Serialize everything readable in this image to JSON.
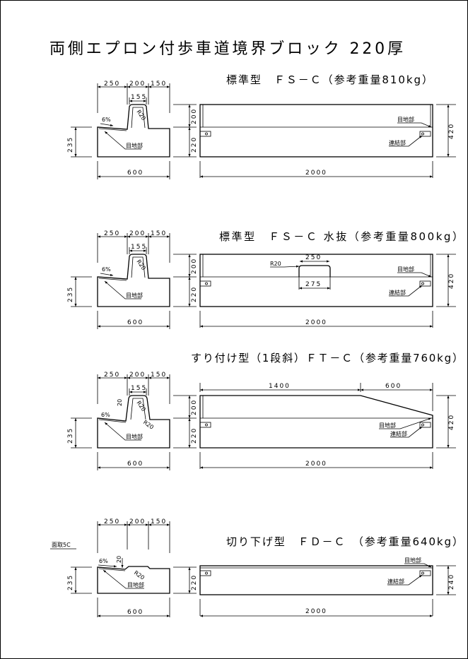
{
  "title": "両側エプロン付歩車道境界ブロック 220厚",
  "labels": {
    "joint": "目地部",
    "connection": "連結部",
    "slope": "6%",
    "radius": "R20",
    "twenty": "20",
    "chamfer": "面取5C"
  },
  "sections": [
    {
      "subtitle": "標準型　ＦＳ－Ｃ（参考重量810kg）",
      "dims": {
        "w1": "250",
        "w2": "200",
        "w3": "150",
        "inner": "155",
        "h_left": "235",
        "h_top": "200",
        "h_bot": "220",
        "width": "600",
        "length": "2000",
        "height": "420"
      }
    },
    {
      "subtitle": "標準型　ＦＳ－Ｃ 水抜（参考重量800kg）",
      "dims": {
        "w1": "250",
        "w2": "200",
        "w3": "150",
        "inner": "155",
        "h_left": "235",
        "h_top": "200",
        "h_bot": "220",
        "width": "600",
        "length": "2000",
        "height": "420",
        "notch_top": "250",
        "notch_bottom": "275"
      }
    },
    {
      "subtitle": "すり付け型（1段斜）ＦＴ－Ｃ（参考重量760kg）",
      "dims": {
        "w1": "250",
        "w2": "200",
        "w3": "150",
        "inner": "155",
        "h_left": "235",
        "h_top": "200",
        "h_bot": "220",
        "width": "600",
        "length": "2000",
        "height": "420",
        "flat": "1400",
        "taper": "600"
      }
    },
    {
      "subtitle": "切り下げ型　ＦＤ－Ｃ　（参考重量640kg）",
      "dims": {
        "w1": "250",
        "w2": "200",
        "w3": "150",
        "h_left": "235",
        "h_bot": "220",
        "width": "600",
        "length": "2000",
        "height": "240"
      }
    }
  ]
}
